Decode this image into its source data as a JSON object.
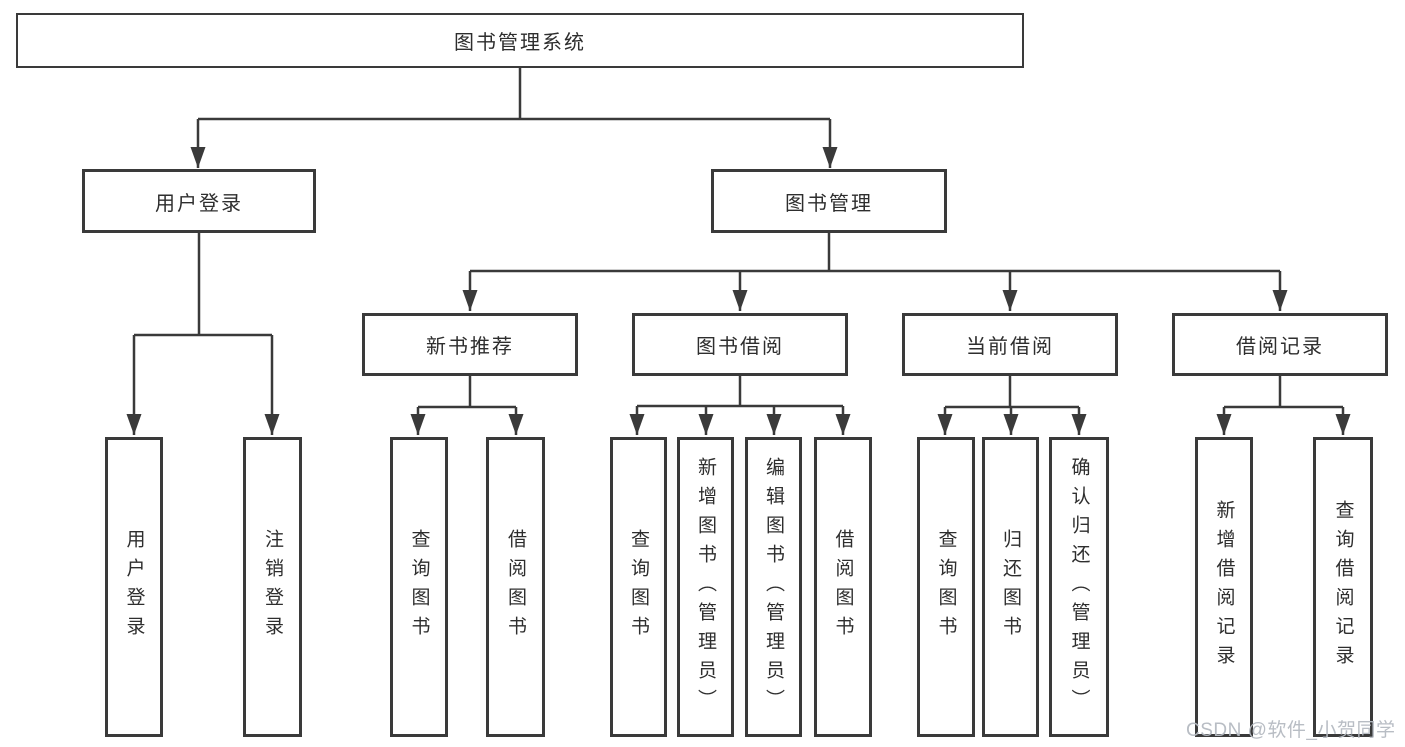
{
  "diagram": {
    "title": "图书管理系统",
    "root": {
      "label": "图书管理系统"
    },
    "branches": [
      {
        "label": "用户登录",
        "children": [
          {
            "label": "用户登录"
          },
          {
            "label": "注销登录"
          }
        ]
      },
      {
        "label": "图书管理",
        "groups": [
          {
            "label": "新书推荐",
            "children": [
              {
                "label": "查询图书"
              },
              {
                "label": "借阅图书"
              }
            ]
          },
          {
            "label": "图书借阅",
            "children": [
              {
                "label": "查询图书"
              },
              {
                "label": "新增图书（管理员）"
              },
              {
                "label": "编辑图书（管理员）"
              },
              {
                "label": "借阅图书"
              }
            ]
          },
          {
            "label": "当前借阅",
            "children": [
              {
                "label": "查询图书"
              },
              {
                "label": "归还图书"
              },
              {
                "label": "确认归还（管理员）"
              }
            ]
          },
          {
            "label": "借阅记录",
            "children": [
              {
                "label": "新增借阅记录"
              },
              {
                "label": "查询借阅记录"
              }
            ]
          }
        ]
      }
    ]
  },
  "watermark": {
    "text": "CSDN @软件_小贺同学"
  },
  "colors": {
    "line": "#3a3a3a",
    "text": "#2e2e2e",
    "background": "#ffffff",
    "watermark": "#b5bac1"
  }
}
